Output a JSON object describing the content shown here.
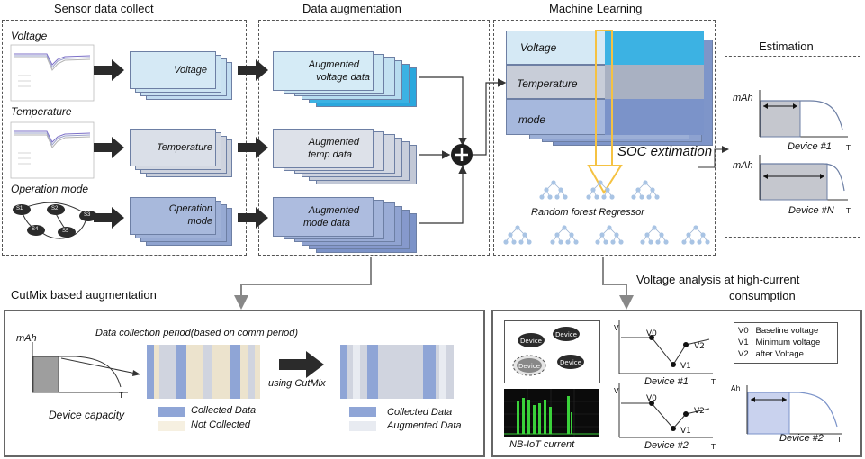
{
  "headers": {
    "sensor": "Sensor data collect",
    "augment": "Data augmentation",
    "ml": "Machine Learning",
    "estimation": "Estimation",
    "cutmix": "CutMix based augmentation",
    "voltage_analysis_1": "Voltage analysis at high-current",
    "voltage_analysis_2": "consumption"
  },
  "sensor": {
    "voltage": "Voltage",
    "temperature": "Temperature",
    "operation_mode": "Operation mode",
    "states": [
      "S1",
      "S2",
      "S3",
      "S4",
      "S5"
    ]
  },
  "stacks": {
    "voltage": "Voltage",
    "temperature": "Temperature",
    "operation_mode_1": "Operation",
    "operation_mode_2": "mode"
  },
  "augmented": {
    "voltage_1": "Augmented",
    "voltage_2": "voltage data",
    "temp_1": "Augmented",
    "temp_2": "temp data",
    "mode_1": "Augmented",
    "mode_2": "mode data"
  },
  "ml": {
    "voltage": "Voltage",
    "temperature": "Temperature",
    "mode": "mode",
    "soc": "SOC extimation",
    "rf": "Random forest Regressor"
  },
  "estimation": {
    "mah_1": "mAh",
    "device_1": "Device #1",
    "t_1": "T",
    "mah_2": "mAh",
    "device_n": "Device #N",
    "t_2": "T"
  },
  "cutmix": {
    "mah": "mAh",
    "t": "T",
    "device_capacity": "Device capacity",
    "period_label": "Data collection period(based on comm period)",
    "using": "using CutMix",
    "legend_collected": "Collected Data",
    "legend_not_collected": "Not Collected",
    "legend_collected_2": "Collected Data",
    "legend_augmented": "Augmented Data"
  },
  "analysis": {
    "device_label": "Device",
    "nbiot": "NB-IoT current",
    "v_axis": "V",
    "t_axis": "T",
    "v0": "V0",
    "v1": "V1",
    "v2": "V2",
    "device_1": "Device #1",
    "device_2": "Device #2",
    "legend_v0": "V0 : Baseline voltage",
    "legend_v1": "V1 : Minimum voltage",
    "legend_v2": "V2 : after Voltage",
    "ah": "Ah",
    "device_2_cap": "Device #2",
    "t_cap": "T"
  },
  "colors": {
    "voltage_card": "#cfe6f3",
    "voltage_accent": "#2aa7dd",
    "temp_card": "#d5dae6",
    "mode_card": "#9fb1d8",
    "arrow": "#2b2b2b",
    "collected": "#8fa5d6",
    "not_collected": "#ece3cd",
    "augmented": "#d0d4df",
    "yellow_arrow": "#f5c242"
  }
}
